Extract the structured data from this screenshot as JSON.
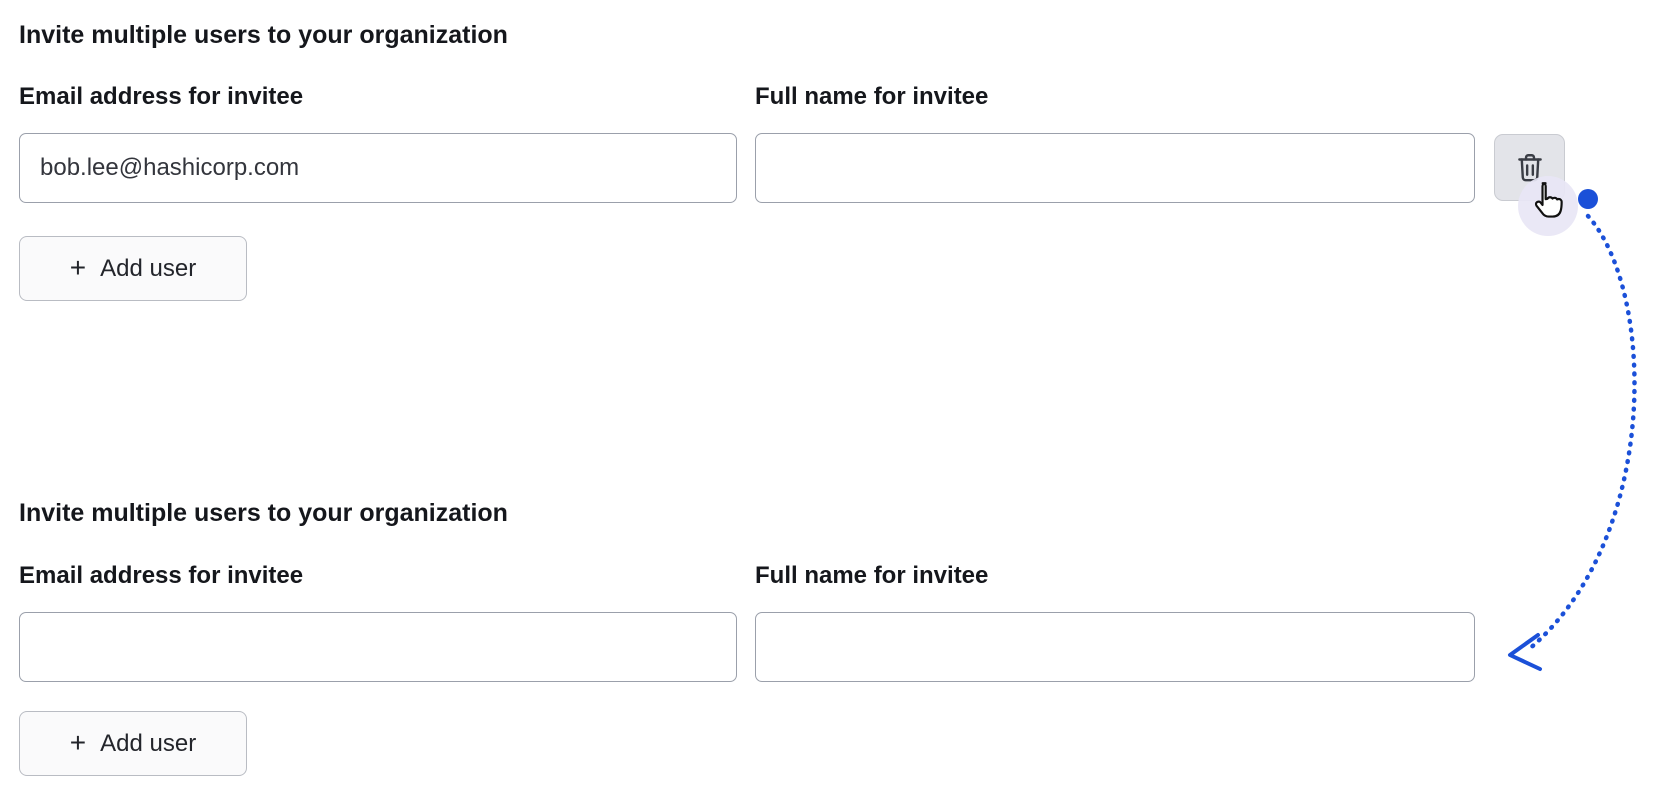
{
  "section_before": {
    "heading": "Invite multiple users to your organization",
    "email_label": "Email address for invitee",
    "fullname_label": "Full name for invitee",
    "email_value": "bob.lee@hashicorp.com",
    "fullname_value": "",
    "add_user": {
      "icon": "+",
      "label": "Add user"
    }
  },
  "section_after": {
    "heading": "Invite multiple users to your organization",
    "email_label": "Email address for invitee",
    "fullname_label": "Full name for invitee",
    "email_value": "",
    "fullname_value": "",
    "add_user": {
      "icon": "+",
      "label": "Add user"
    }
  },
  "annotation": {
    "arrow_color": "#1b50d8",
    "cursor_highlight_color": "#e8e6f5"
  },
  "colors": {
    "input_border": "#9ba0ab",
    "button_border": "#b9bcc3",
    "button_bg": "#fafafb",
    "delete_button_bg": "#e3e4e9",
    "text": "#15171c"
  }
}
